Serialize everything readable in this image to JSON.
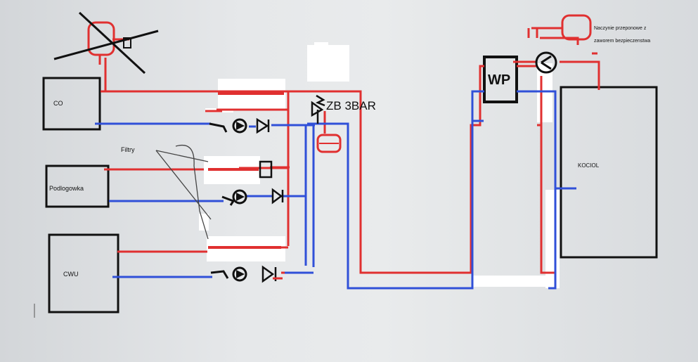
{
  "labels": {
    "co": "CO",
    "podlogowka": "Podlogowka",
    "cwu": "CWU",
    "filtry": "Filtry",
    "zb": "ZB 3BAR",
    "wp": "WP",
    "kociol": "KOCIOL",
    "naczynie_line1": "Naczynie przeponowe z",
    "naczynie_line2": "zaworem bezpieczenstwa"
  },
  "colors": {
    "supply": "#e03030",
    "return": "#3050d8",
    "component": "#111111",
    "background": "#e3e5e7"
  }
}
